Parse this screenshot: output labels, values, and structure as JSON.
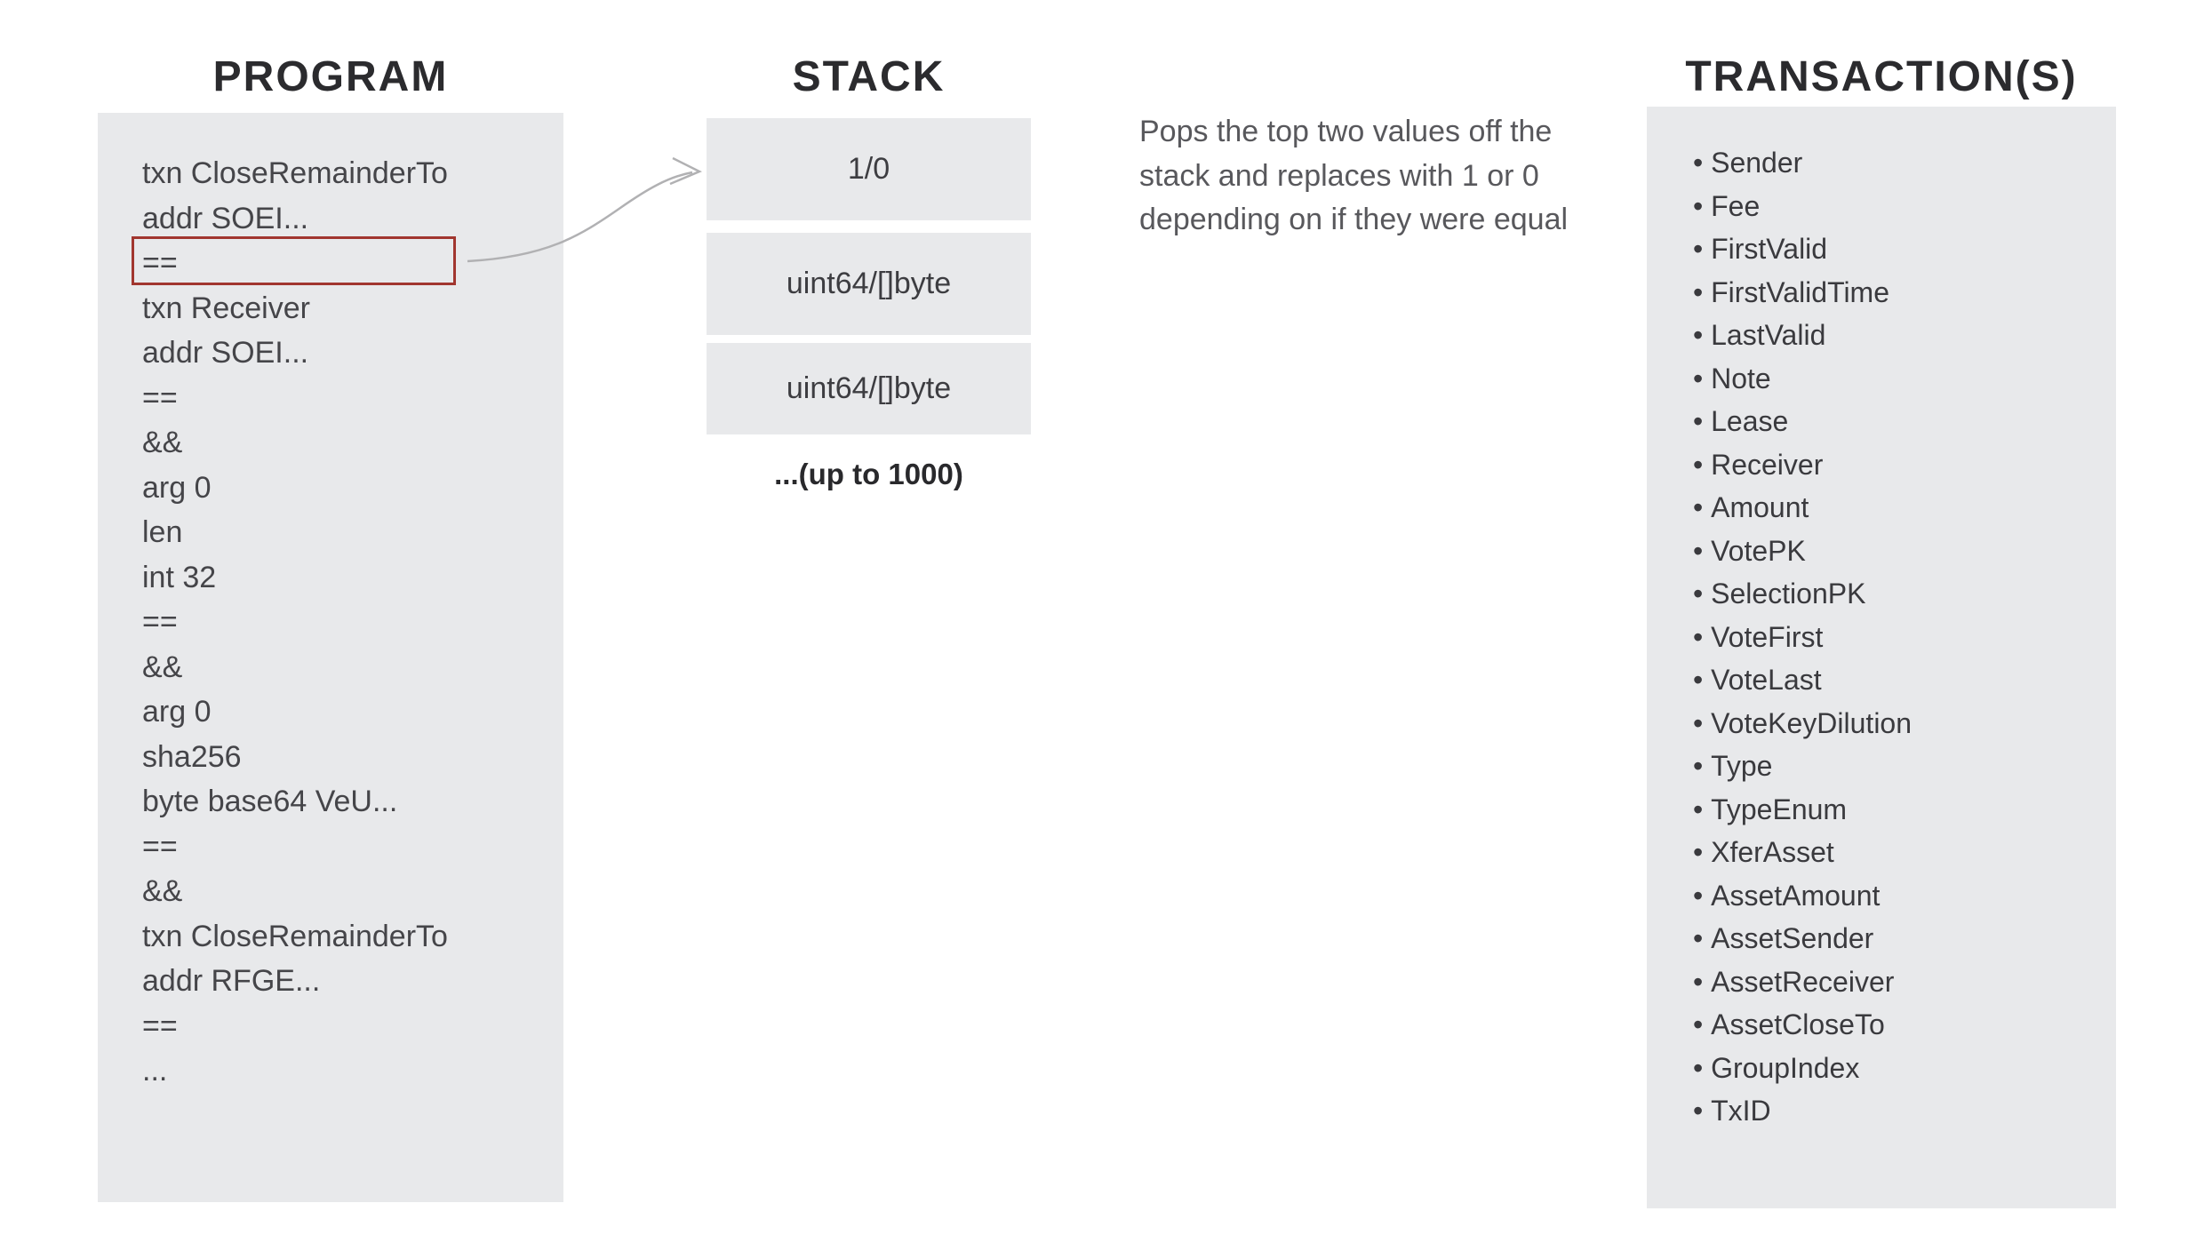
{
  "colors": {
    "panel_bg": "#e8e9eb",
    "highlight_border": "#a1362f",
    "arrow": "#b1b1b3"
  },
  "program": {
    "title": "PROGRAM",
    "highlighted_line_index": 2,
    "lines": [
      "txn CloseRemainderTo",
      "addr SOEI...",
      "==",
      "txn Receiver",
      "addr SOEI...",
      "==",
      "&&",
      "arg 0",
      "len",
      "int 32",
      "==",
      "&&",
      "arg 0",
      "sha256",
      "byte base64 VeU...",
      "==",
      "&&",
      "txn CloseRemainderTo",
      "addr RFGE...",
      "==",
      "..."
    ]
  },
  "stack": {
    "title": "STACK",
    "boxes": [
      "1/0",
      "uint64/[]byte",
      "uint64/[]byte"
    ],
    "capacity_note": "...(up to 1000)"
  },
  "operation_description": {
    "line1": "Pops the top two values off the",
    "line2": "stack and replaces with 1 or 0",
    "line3": "depending on if they were equal"
  },
  "transactions": {
    "title": "TRANSACTION(S)",
    "items": [
      "Sender",
      "Fee",
      "FirstValid",
      "FirstValidTime",
      "LastValid",
      "Note",
      "Lease",
      "Receiver",
      "Amount",
      "VotePK",
      "SelectionPK",
      "VoteFirst",
      "VoteLast",
      "VoteKeyDilution",
      "Type",
      "TypeEnum",
      "XferAsset",
      "AssetAmount",
      "AssetSender",
      "AssetReceiver",
      "AssetCloseTo",
      "GroupIndex",
      "TxID"
    ]
  }
}
